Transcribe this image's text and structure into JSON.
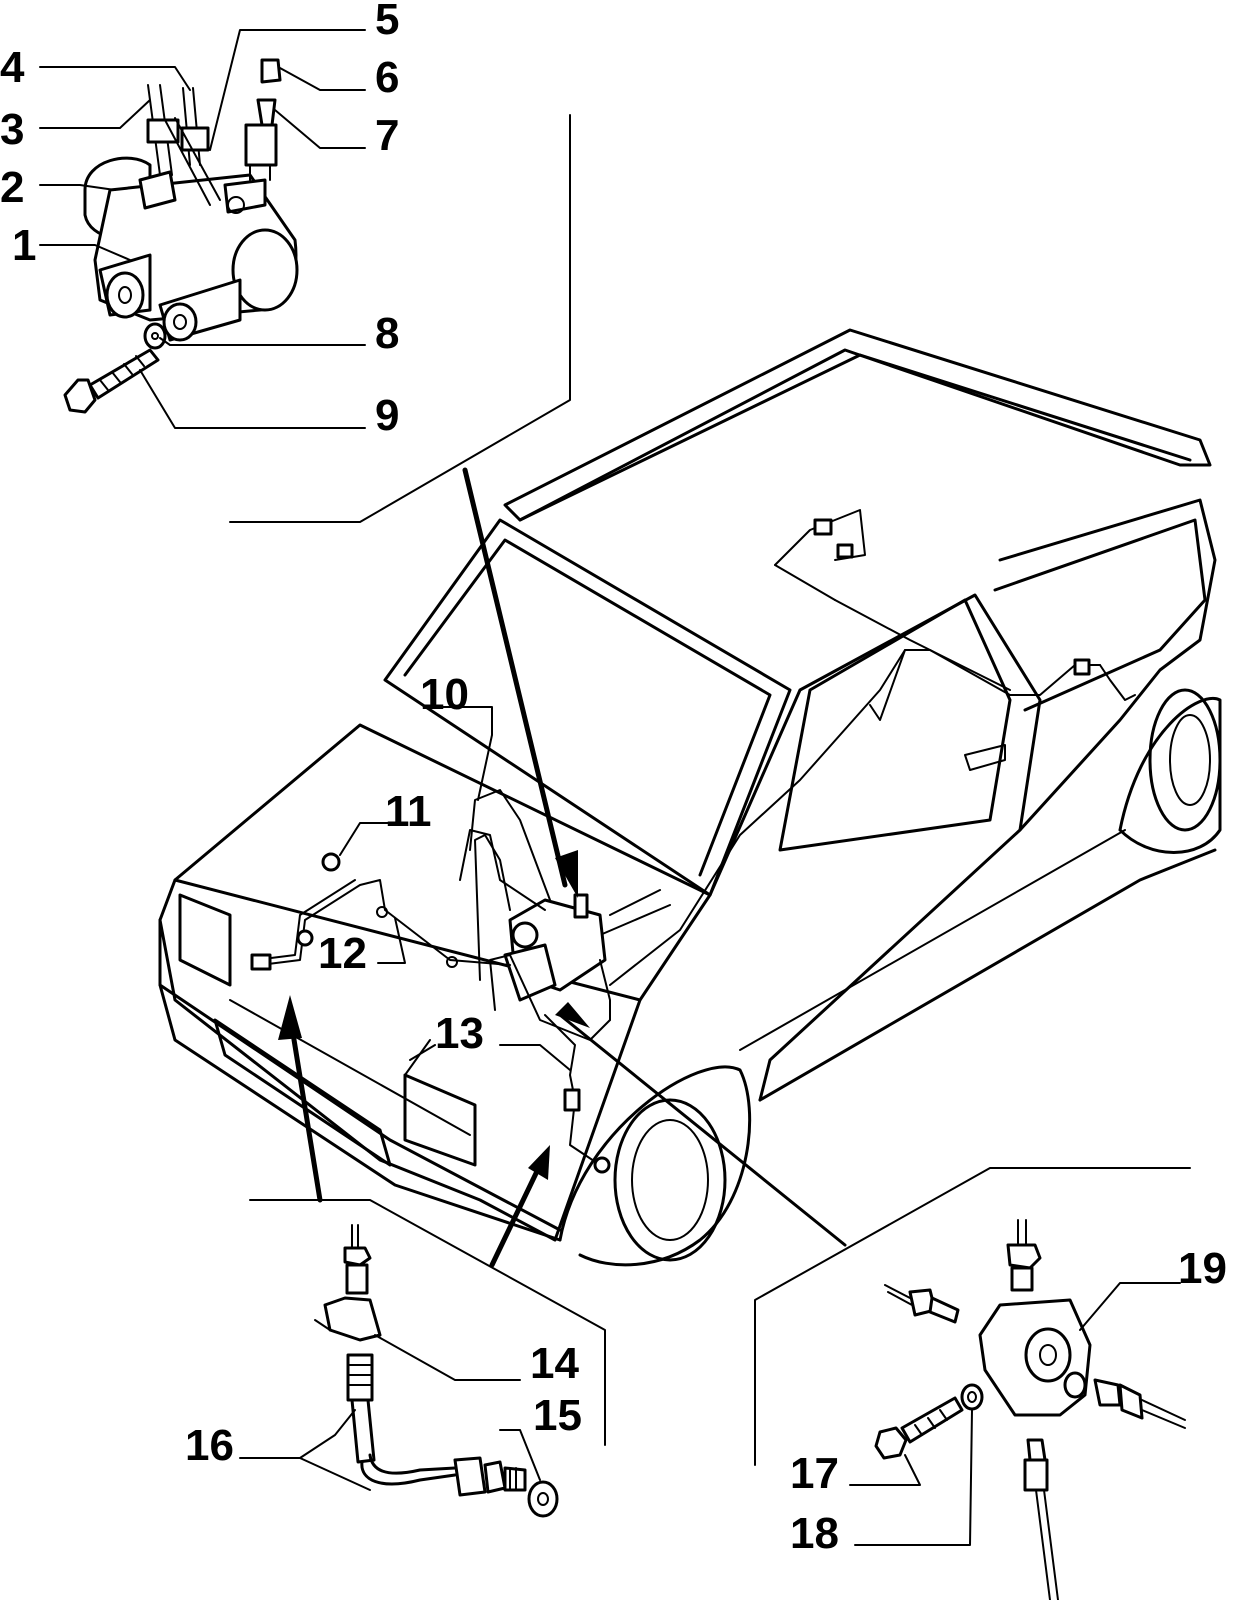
{
  "callouts": [
    {
      "id": "1",
      "label": "1"
    },
    {
      "id": "2",
      "label": "2"
    },
    {
      "id": "3",
      "label": "3"
    },
    {
      "id": "4",
      "label": "4"
    },
    {
      "id": "5",
      "label": "5"
    },
    {
      "id": "6",
      "label": "6"
    },
    {
      "id": "7",
      "label": "7"
    },
    {
      "id": "8",
      "label": "8"
    },
    {
      "id": "9",
      "label": "9"
    },
    {
      "id": "10",
      "label": "10"
    },
    {
      "id": "11",
      "label": "11"
    },
    {
      "id": "12",
      "label": "12"
    },
    {
      "id": "13",
      "label": "13"
    },
    {
      "id": "14",
      "label": "14"
    },
    {
      "id": "15",
      "label": "15"
    },
    {
      "id": "16",
      "label": "16"
    },
    {
      "id": "17",
      "label": "17"
    },
    {
      "id": "18",
      "label": "18"
    },
    {
      "id": "19",
      "label": "19"
    }
  ],
  "groups": [
    {
      "id": "master-cylinder",
      "callouts": [
        "1",
        "2",
        "3",
        "4",
        "5",
        "6",
        "7",
        "8",
        "9"
      ]
    },
    {
      "id": "vehicle-brake-lines",
      "callouts": [
        "10",
        "11",
        "12",
        "13"
      ]
    },
    {
      "id": "front-hose",
      "callouts": [
        "14",
        "15",
        "16"
      ]
    },
    {
      "id": "pressure-regulator",
      "callouts": [
        "17",
        "18",
        "19"
      ]
    }
  ]
}
